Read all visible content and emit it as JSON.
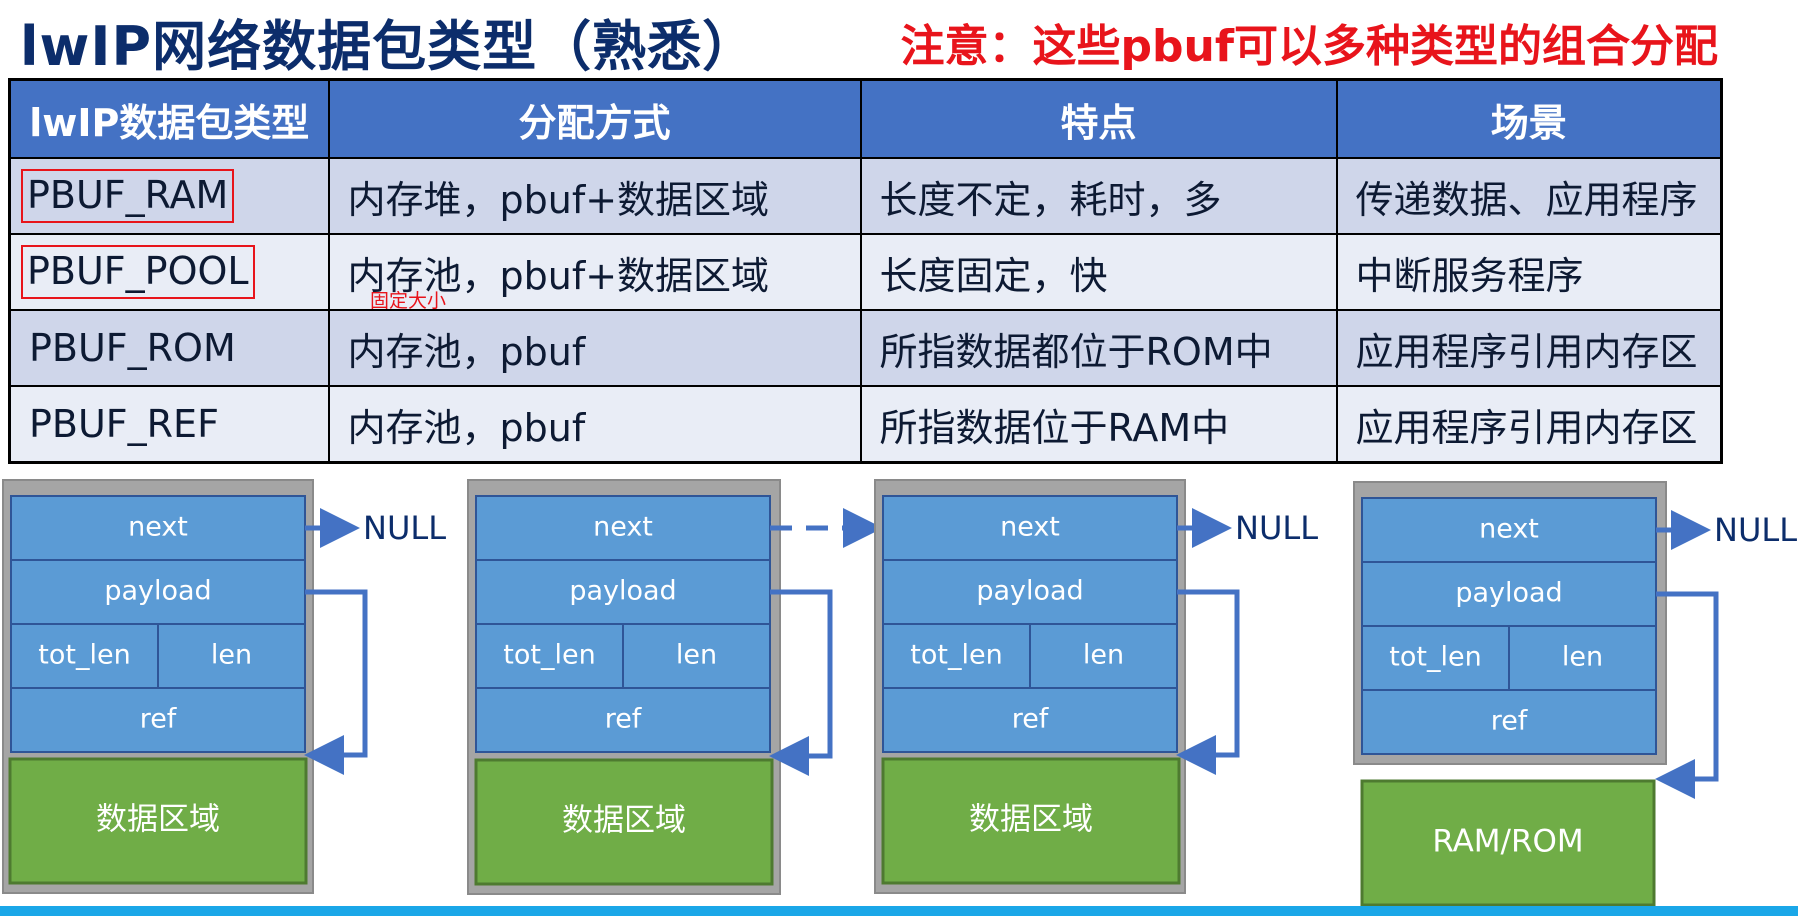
{
  "title": "lwIP网络数据包类型（熟悉）",
  "note": "注意：这些pbuf可以多种类型的组合分配",
  "table": {
    "headers": [
      "lwIP数据包类型",
      "分配方式",
      "特点",
      "场景"
    ],
    "rows": [
      [
        "PBUF_RAM",
        "内存堆，pbuf+数据区域",
        "长度不定，耗时，多",
        "传递数据、应用程序"
      ],
      [
        "PBUF_POOL",
        "内存池，pbuf+数据区域",
        "长度固定，快",
        "中断服务程序"
      ],
      [
        "PBUF_ROM",
        "内存池，pbuf",
        "所指数据都位于ROM中",
        "应用程序引用内存区"
      ],
      [
        "PBUF_REF",
        "内存池，pbuf",
        "所指数据位于RAM中",
        "应用程序引用内存区"
      ]
    ],
    "annotation": "固定大小"
  },
  "pbuf_fields": {
    "next": "next",
    "payload": "payload",
    "tot_len": "tot_len",
    "len": "len",
    "ref": "ref"
  },
  "blocks": [
    {
      "data_label": "数据区域",
      "next_target": "NULL"
    },
    {
      "data_label": "数据区域",
      "next_target": ""
    },
    {
      "data_label": "数据区域",
      "next_target": "NULL"
    },
    {
      "data_label": "RAM/ROM",
      "next_target": "NULL"
    }
  ],
  "colors": {
    "title": "#0c2d6b",
    "note": "#e8141b",
    "header_bg": "#4472c4",
    "cell_blue": "#5b9bd5",
    "data_green": "#70ad47",
    "arrow": "#4472c4",
    "frame_gray": "#a5a5a5",
    "bottom_bar": "#1aa7e8"
  }
}
